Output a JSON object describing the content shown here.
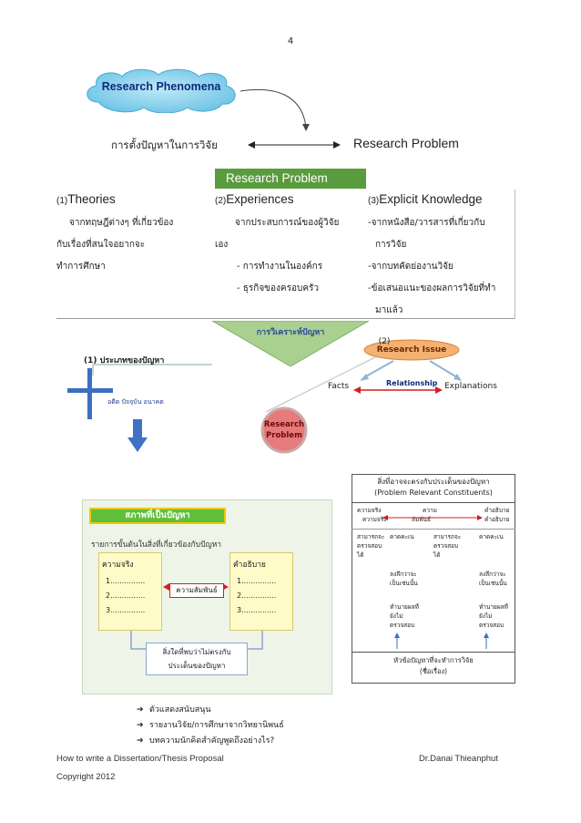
{
  "page_number": "4",
  "cloud_label": "Research Phenomena",
  "flow": {
    "thai_title": "การตั้งปัญหาในการวิจัย",
    "english_title": "Research Problem"
  },
  "table": {
    "header": "Research Problem",
    "columns": [
      {
        "num": "(1)",
        "title": "Theories",
        "lines": [
          "จากทฤษฎีต่างๆ ที่เกี่ยวข้อง",
          "กับเรื่องที่สนใจอยากจะ",
          "ทำการศึกษา"
        ]
      },
      {
        "num": "(2)",
        "title": "Experiences",
        "lines": [
          "จากประสบการณ์ของผู้วิจัย",
          "เอง",
          "-   การทำงานในองค์กร",
          "-   ธุรกิจของครอบครัว"
        ]
      },
      {
        "num": "(3)",
        "title": "Explicit  Knowledge",
        "lines": [
          "-จากหนังสือ/วารสารที่เกี่ยวกับ",
          "การวิจัย",
          "-จากบทคัดย่องานวิจัย",
          "-ข้อเสนอแนะของผลการวิจัยที่ทำ",
          "มาแล้ว"
        ]
      }
    ]
  },
  "diagram": {
    "triangle_label": "การวิเคราะห์ปัญหา",
    "issue_number": "(2)",
    "issue_label": "Research Issue",
    "facts": "Facts",
    "relationship": "Relationship",
    "explanations": "Explanations",
    "problem_line1": "Research",
    "problem_line2": "Problem",
    "types_label": "(1) ประเภทของปัญหา",
    "types_items": "อดีต   ปัจจุบัน   อนาคต"
  },
  "left_box": {
    "title": "สภาพที่เป็นปัญหา",
    "subtitle": "รายการขั้นต้นในสิ่งที่เกี่ยวข้องกับปัญหา",
    "truth_label": "ความจริง",
    "explain_label": "คำอธิบาย",
    "items": [
      "1...............",
      "2...............",
      "3..............."
    ],
    "relation_label": "ความสัมพันธ์",
    "bottom_line1": "สิ่งใดที่พบว่าไม่ตรงกับ",
    "bottom_line2": "ประเด็นของปัญหา"
  },
  "right_box": {
    "title_th": "สิ่งที่อาจจะตรงกับประเด็นของปัญหา",
    "title_en": "(Problem Relevant Constituents)",
    "row1": [
      "ความจริง",
      "ความ",
      "คำอธิบาย"
    ],
    "row1b": [
      "ความจริง",
      "สัมพันธ์",
      "คำอธิบาย"
    ],
    "row2": [
      "สามารถจะ",
      "คาดคะเน",
      "สามารถจะ",
      "คาดคะเน"
    ],
    "row2b": [
      "ตรวจสอบ",
      "ตรวจสอบ"
    ],
    "row2c": [
      "ได้",
      "ได้"
    ],
    "row3": [
      "ลงลึกว่าจะ",
      "ลงลึกว่าจะ"
    ],
    "row3b": [
      "เป็นเช่นนั้น",
      "เป็นเช่นนั้น"
    ],
    "row4": [
      "ทำนายผลที่",
      "ทำนายผลที่"
    ],
    "row4b": [
      "ยังไม่",
      "ยังไม่"
    ],
    "row4c": [
      "ตรวจสอบ",
      "ตรวจสอบ"
    ],
    "footer_line1": "หัวข้อปัญหาที่จะทำการวิจัย",
    "footer_line2": "(ชื่อเรื่อง)"
  },
  "bullets": [
    "ตัวแสดงสนับสนุน",
    "รายงานวิจัย/การศึกษาจากวิทยานิพนธ์",
    "บทความนักคิดสำคัญพูดถึงอย่างไร?"
  ],
  "footer": {
    "left": "How to write a Dissertation/Thesis Proposal",
    "right": "Dr.Danai  Thieanphut",
    "copyright": "Copyright 2012"
  },
  "colors": {
    "header_green": "#5a9b3e",
    "cloud_blue": "#7ccbea",
    "triangle_green": "#a9d08e",
    "issue_orange": "#f3b172",
    "problem_red": "#e77a7a",
    "cross_blue": "#3b6fbf",
    "arrow_red": "#d21f1f"
  }
}
